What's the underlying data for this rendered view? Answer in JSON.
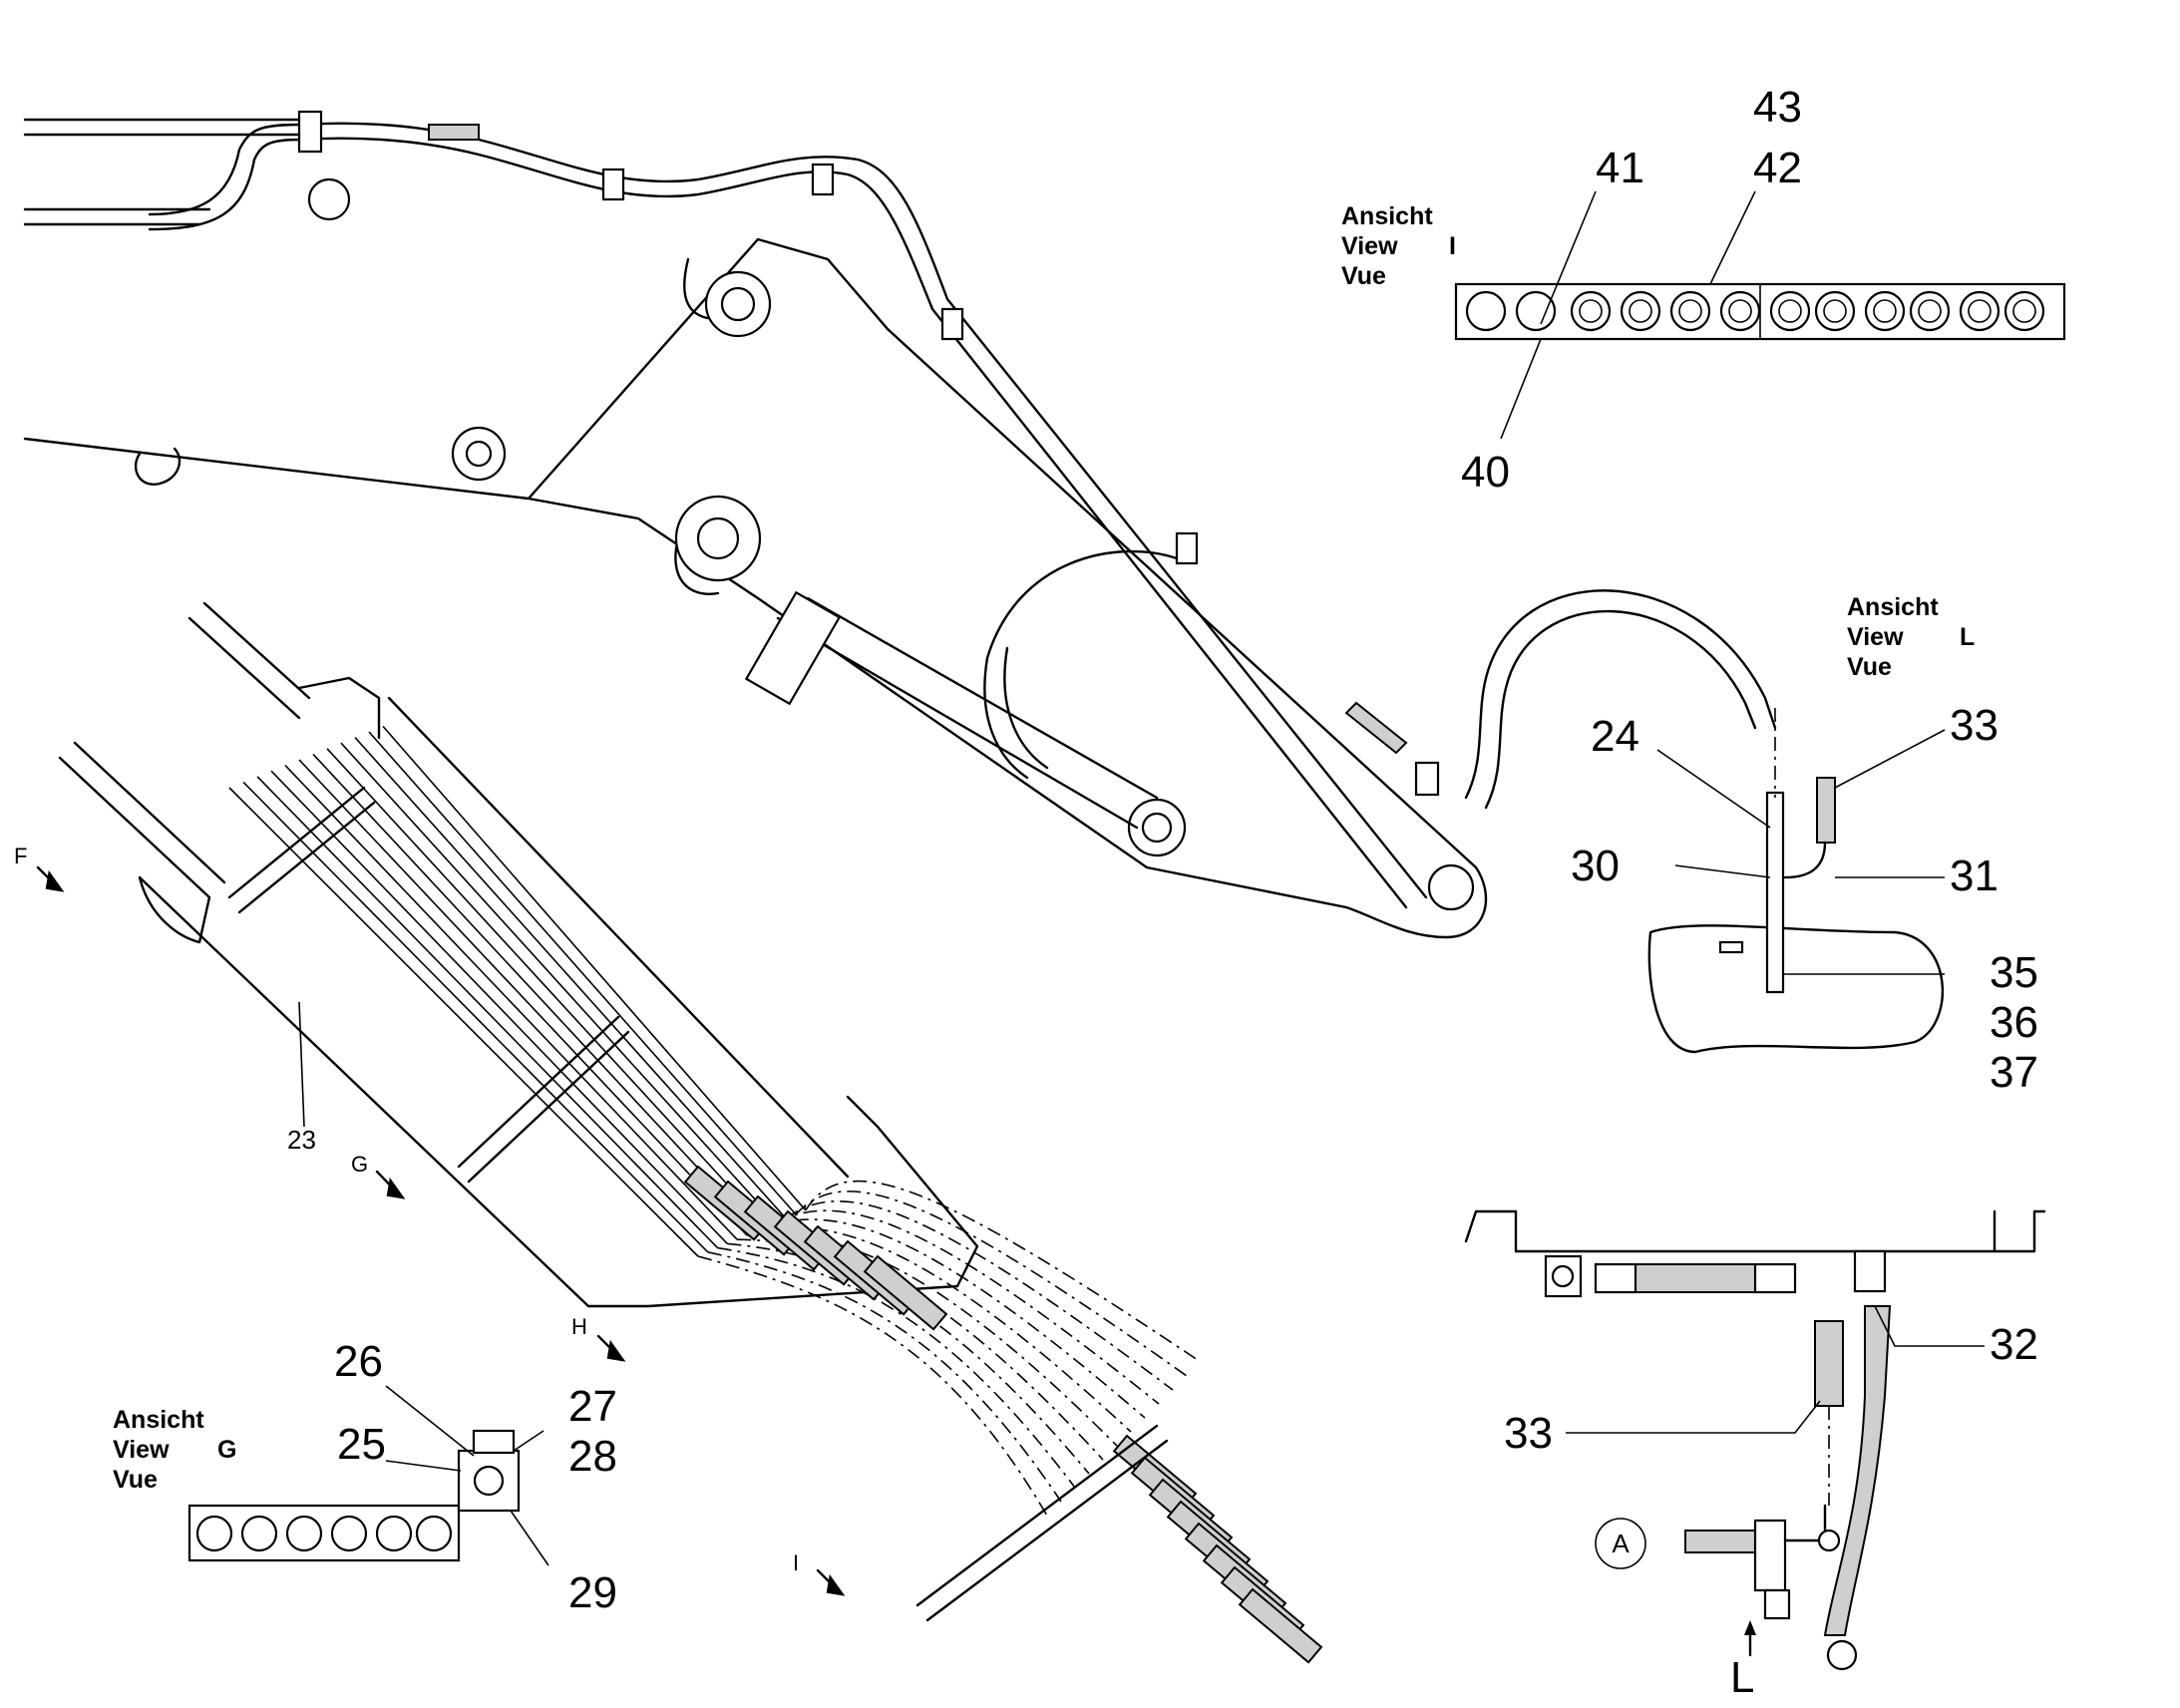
{
  "callouts": {
    "c23": "23",
    "c24": "24",
    "c25": "25",
    "c26": "26",
    "c27": "27",
    "c28": "28",
    "c29": "29",
    "c30": "30",
    "c31": "31",
    "c32": "32",
    "c33a": "33",
    "c33b": "33",
    "c35": "35",
    "c36": "36",
    "c37": "37",
    "c40": "40",
    "c41": "41",
    "c42": "42",
    "c43": "43"
  },
  "views": {
    "I": {
      "line1": "Ansicht",
      "line2": "View",
      "line3": "Vue",
      "letter": "I"
    },
    "L": {
      "line1": "Ansicht",
      "line2": "View",
      "line3": "Vue",
      "letter": "L"
    },
    "G": {
      "line1": "Ansicht",
      "line2": "View",
      "line3": "Vue",
      "letter": "G"
    }
  },
  "directions": {
    "F": "F",
    "G": "G",
    "H": "H",
    "I": "I",
    "L": "L"
  },
  "detail_marker": "A"
}
